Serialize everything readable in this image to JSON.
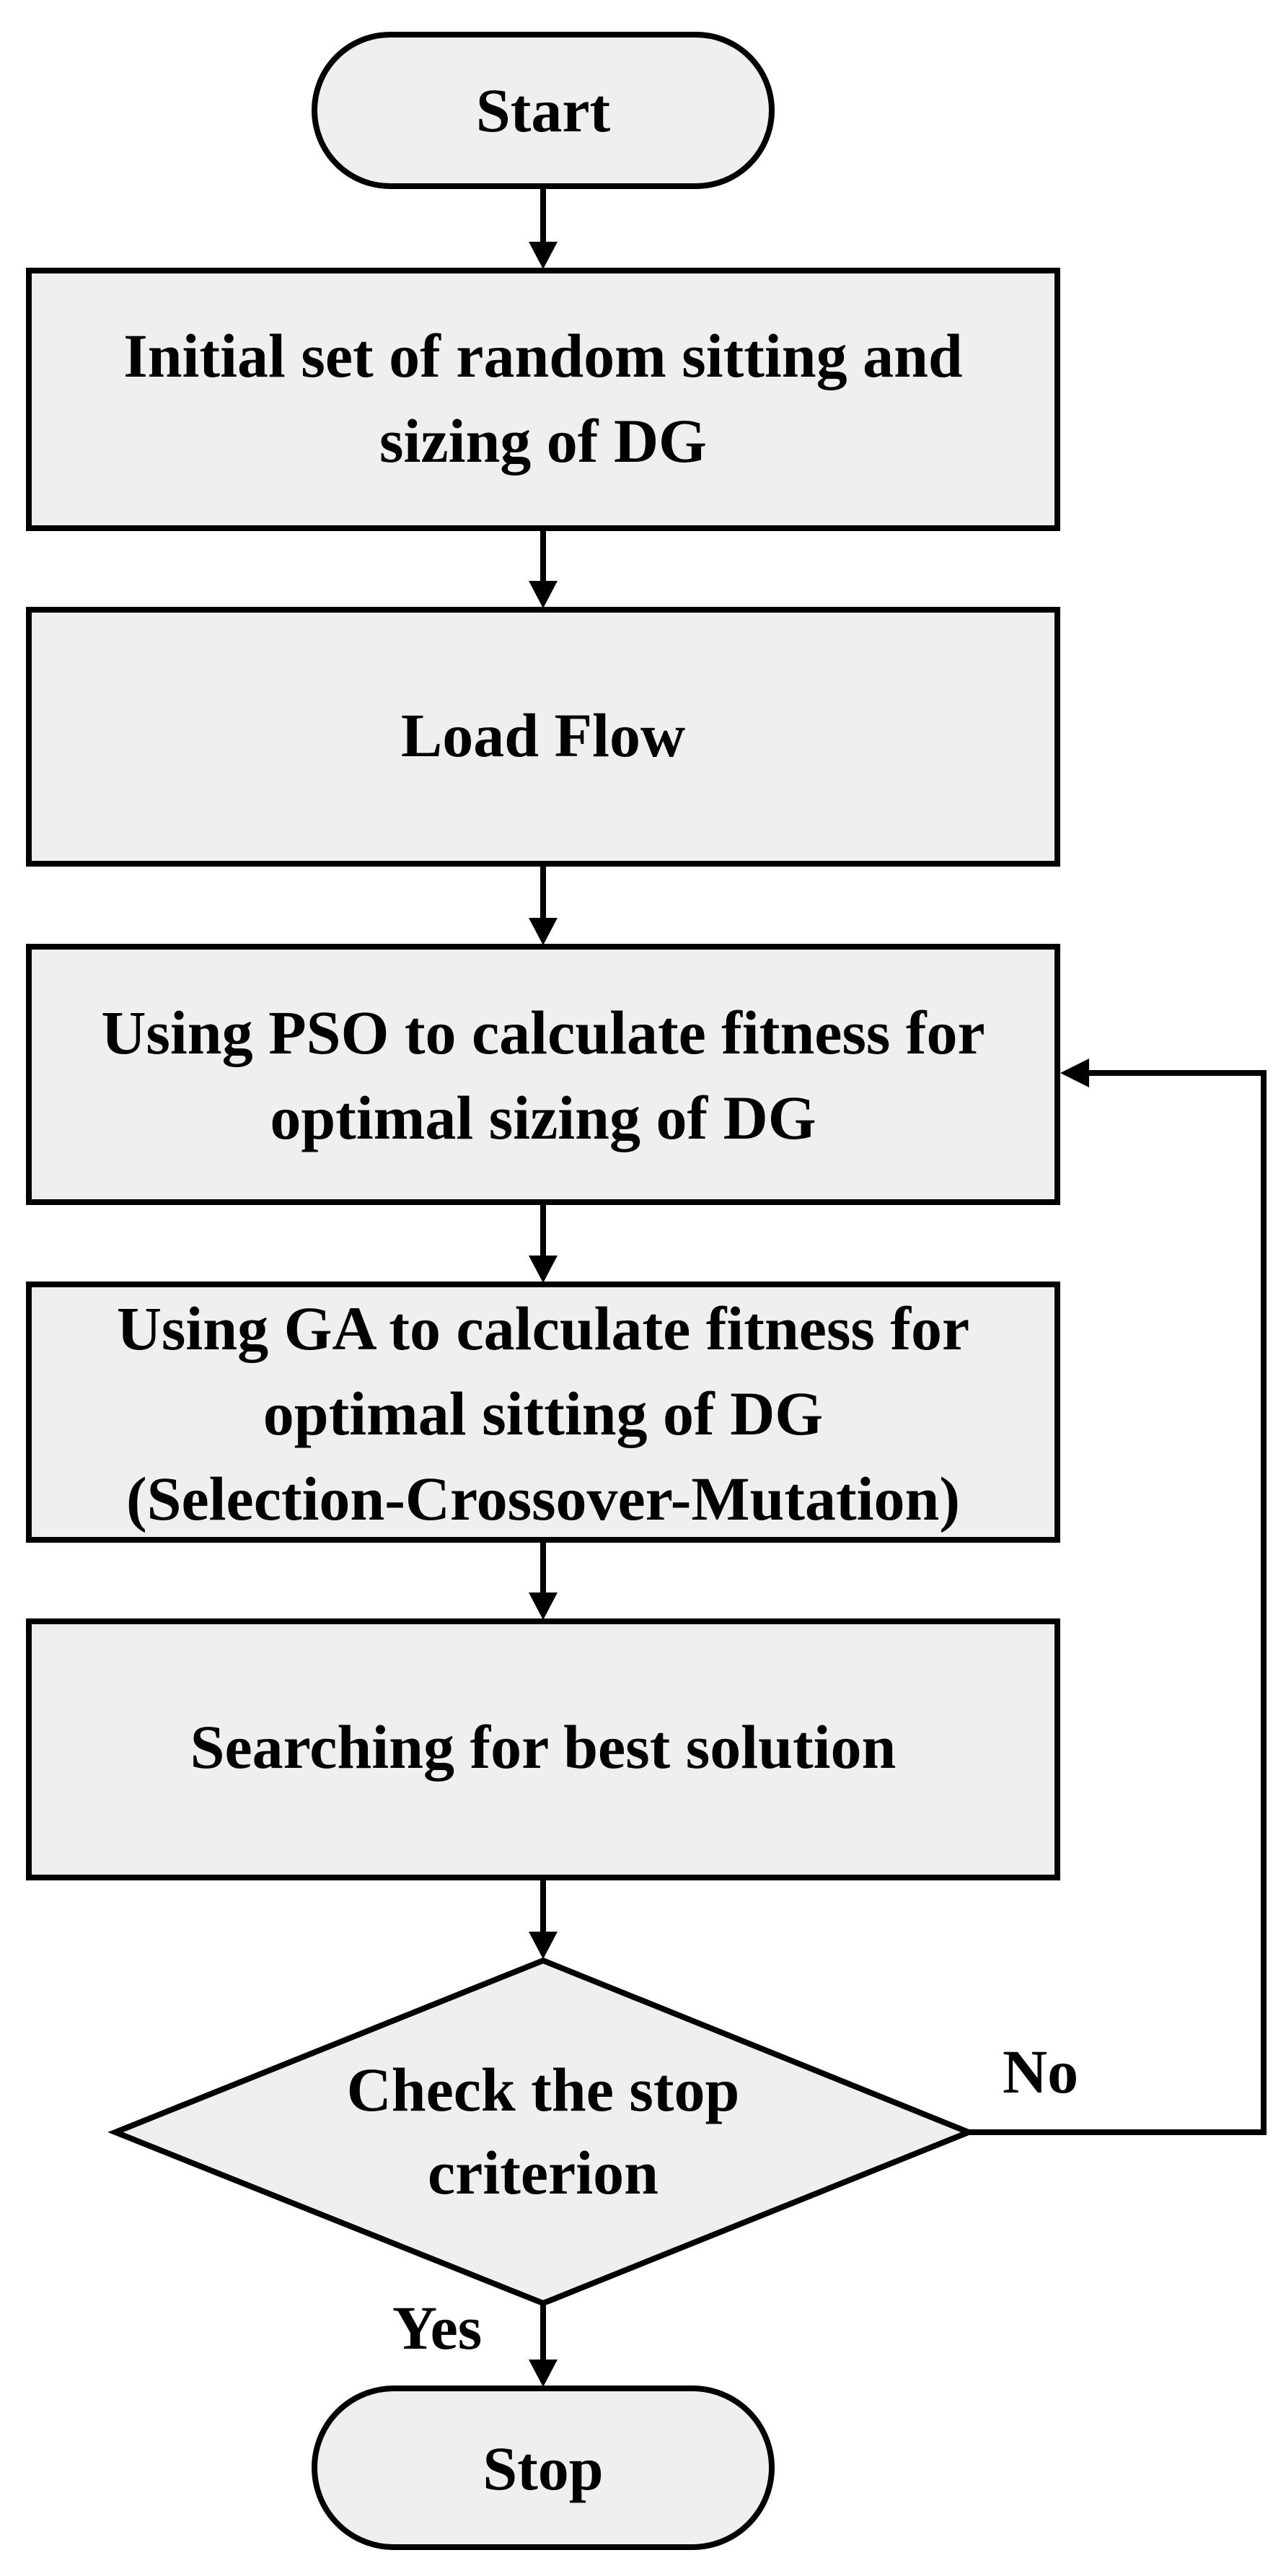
{
  "flowchart": {
    "start": {
      "label": "Start"
    },
    "steps": [
      {
        "id": "init",
        "lines": [
          "Initial set of random sitting and",
          "sizing of DG"
        ]
      },
      {
        "id": "load_flow",
        "lines": [
          "Load Flow"
        ]
      },
      {
        "id": "pso",
        "lines": [
          "Using PSO to calculate fitness for",
          "optimal sizing of DG"
        ]
      },
      {
        "id": "ga",
        "lines": [
          "Using GA to calculate fitness for",
          "optimal sitting of DG",
          "(Selection-Crossover-Mutation)"
        ]
      },
      {
        "id": "search",
        "lines": [
          "Searching for best solution"
        ]
      }
    ],
    "decision": {
      "lines": [
        "Check the stop",
        "criterion"
      ]
    },
    "branch_no_label": "No",
    "branch_yes_label": "Yes",
    "end": {
      "label": "Stop"
    },
    "colors": {
      "fill": "#efefef",
      "stroke": "#000000",
      "background": "#ffffff"
    }
  }
}
